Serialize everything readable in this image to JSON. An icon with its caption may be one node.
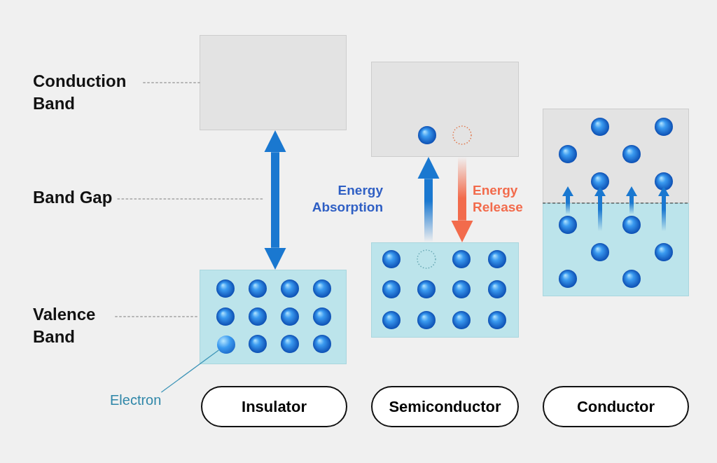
{
  "diagram": {
    "nodes": [
      {
        "text": [
          "Conduction Band"
        ]
      },
      {
        "text": [
          "Band Gap"
        ]
      },
      {
        "text": [
          "Valence Band"
        ]
      },
      {
        "text": [],
        "shape": "box"
      },
      {
        "text": [],
        "shape": "box"
      },
      {
        "text": [],
        "shape": "circle",
        "in": 4
      },
      {
        "text": [
          "Electron"
        ]
      },
      {
        "text": [],
        "shape": "box"
      },
      {
        "text": [],
        "shape": "box"
      },
      {
        "text": [],
        "shape": "box"
      },
      {
        "text": [],
        "shape": "box"
      },
      {
        "text": [
          "Insulator"
        ]
      },
      {
        "text": [
          "Semiconductor"
        ]
      },
      {
        "text": [
          "Conductor"
        ]
      }
    ],
    "edges": [
      {
        "from": 0,
        "to": 3,
        "arrow": "none",
        "style": "dashed",
        "color": "#b5b5b5"
      },
      {
        "from": 1,
        "to": null,
        "arrow": "none",
        "style": "dashed",
        "color": "#b5b5b5"
      },
      {
        "from": 2,
        "to": 4,
        "arrow": "none",
        "style": "dashed",
        "color": "#b5b5b5"
      },
      {
        "from": 6,
        "to": 5,
        "arrow": "none",
        "color": "#3f95b8"
      },
      {
        "from": 3,
        "to": 4,
        "arrow": "both",
        "style": "thick",
        "color": "#1a78d0"
      },
      {
        "from": 8,
        "to": 7,
        "arrow": "to",
        "style": "thick",
        "label": "Energy Absorption",
        "color": "#1a78d0"
      },
      {
        "from": 7,
        "to": 8,
        "arrow": "to",
        "style": "thick",
        "label": "Energy Release",
        "color": "#f26b4c"
      }
    ]
  }
}
